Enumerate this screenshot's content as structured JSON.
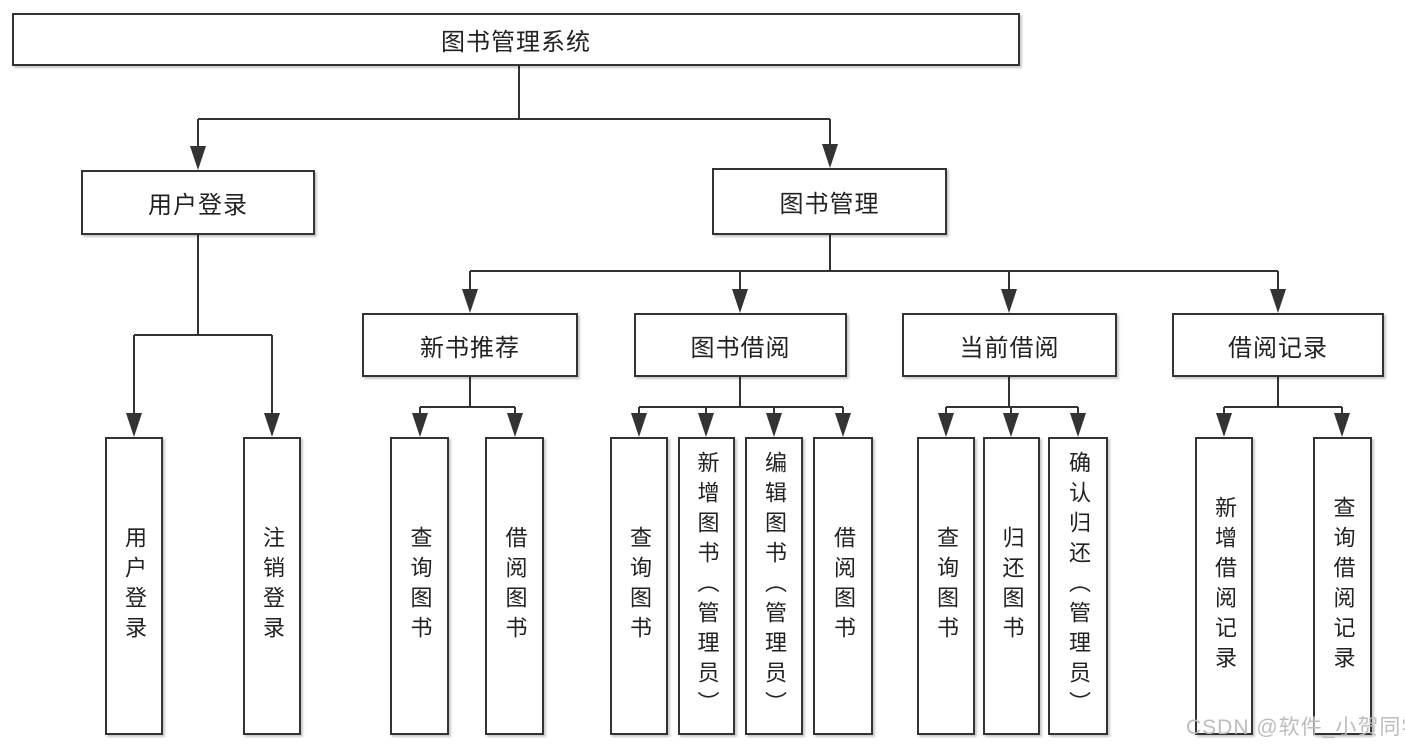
{
  "diagram": {
    "title": "图书管理系统",
    "level2": [
      {
        "label": "用户登录"
      },
      {
        "label": "图书管理"
      }
    ],
    "level3": [
      {
        "label": "新书推荐"
      },
      {
        "label": "图书借阅"
      },
      {
        "label": "当前借阅"
      },
      {
        "label": "借阅记录"
      }
    ],
    "leaves": {
      "user_login": [
        "用户登录",
        "注销登录"
      ],
      "new_book": [
        "查询图书",
        "借阅图书"
      ],
      "book_borrow": [
        "查询图书",
        "新增图书（管理员）",
        "编辑图书（管理员）",
        "借阅图书"
      ],
      "current_borrow": [
        "查询图书",
        "归还图书",
        "确认归还（管理员）"
      ],
      "borrow_record": [
        "新增借阅记录",
        "查询借阅记录"
      ]
    }
  },
  "watermark": "CSDN @软件_小贺同学",
  "colors": {
    "line": "#333333",
    "text": "#222222",
    "box_background": "#ffffff",
    "page_background": "#ffffff",
    "watermark": "#bdbdbd"
  }
}
